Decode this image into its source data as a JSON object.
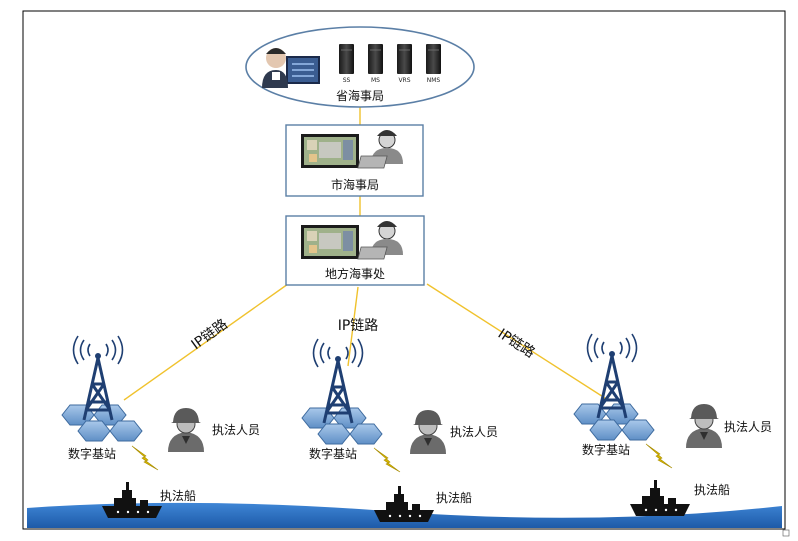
{
  "nodes": {
    "province": {
      "label": "省海事局",
      "servers": [
        "SS",
        "MS",
        "VRS",
        "NMS"
      ]
    },
    "city": {
      "label": "市海事局"
    },
    "local": {
      "label": "地方海事处"
    }
  },
  "links": {
    "left": "IP链路",
    "center": "IP链路",
    "right": "IP链路"
  },
  "sites": [
    {
      "station_label": "数字基站",
      "officer_label": "执法人员",
      "boat_label": "执法船"
    },
    {
      "station_label": "数字基站",
      "officer_label": "执法人员",
      "boat_label": "执法船"
    },
    {
      "station_label": "数字基站",
      "officer_label": "执法人员",
      "boat_label": "执法船"
    }
  ],
  "colors": {
    "frame": "#000000",
    "box_border": "#5b7fa6",
    "link_line": "#f0c22d",
    "sea": "#2e6fc4",
    "lightning": "#d9b800",
    "tower": "#1f3f72",
    "hex": "#7fa8d8"
  }
}
